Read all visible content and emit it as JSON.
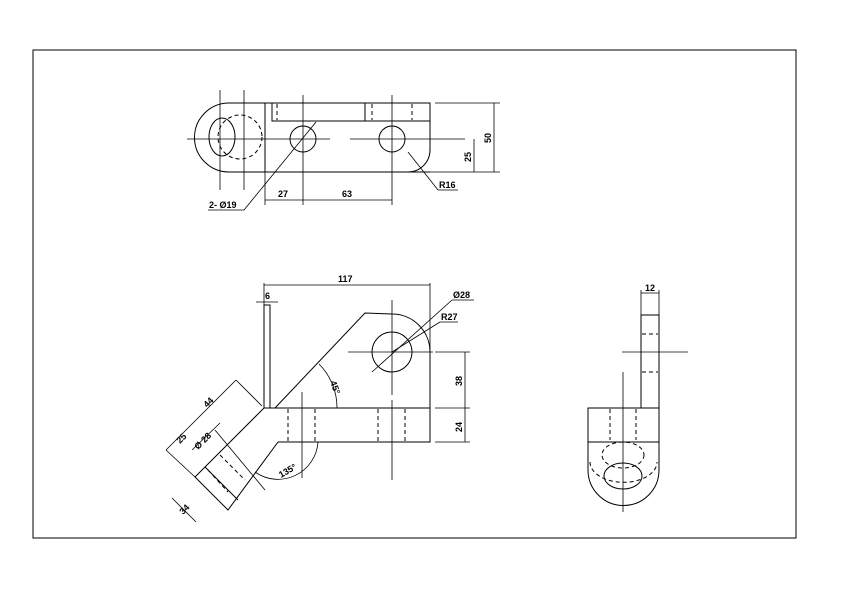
{
  "drawing": {
    "top_view": {
      "holes_label": "2- Ø19",
      "dim_27": "27",
      "dim_63": "63",
      "radius_label": "R16",
      "dim_25": "25",
      "dim_50": "50"
    },
    "front_view": {
      "dim_117": "117",
      "dim_6": "6",
      "hole_label": "Ø28",
      "radius_label": "R27",
      "angle_45": "45°",
      "dim_38": "38",
      "dim_24": "24",
      "dim_44": "44",
      "dim_25": "25",
      "arm_hole_label": "Ø 28",
      "angle_135": "135°",
      "dim_34": "34"
    },
    "side_view": {
      "dim_12": "12"
    }
  }
}
